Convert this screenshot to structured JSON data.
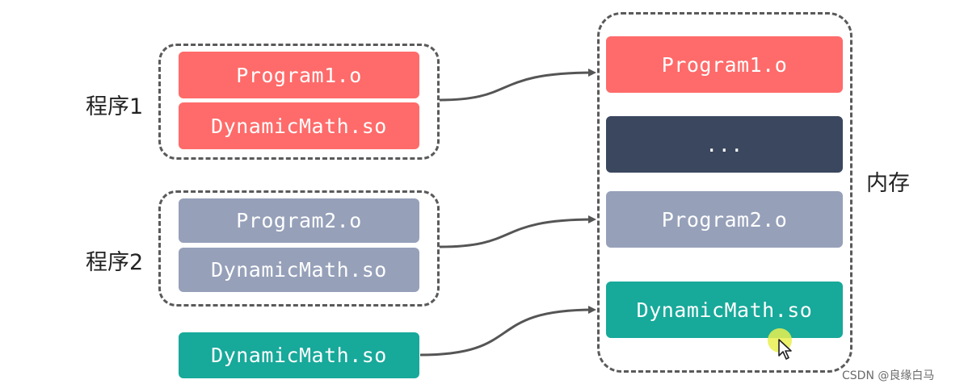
{
  "program1": {
    "label": "程序1",
    "blocks": [
      "Program1.o",
      "DynamicMath.so"
    ]
  },
  "program2": {
    "label": "程序2",
    "blocks": [
      "Program2.o",
      "DynamicMath.so"
    ]
  },
  "shared_library": {
    "label": "DynamicMath.so"
  },
  "memory": {
    "label": "内存",
    "blocks": [
      "Program1.o",
      "...",
      "Program2.o",
      "DynamicMath.so"
    ]
  },
  "watermark": "CSDN @良缘白马",
  "colors": {
    "red": "#fe6b6a",
    "gray": "#96a0b9",
    "teal": "#17a99a",
    "dark": "#3a475e",
    "dashed_border": "#5a5a5a",
    "arrow": "#555555"
  },
  "icons": [
    "mouse-pointer-icon"
  ]
}
